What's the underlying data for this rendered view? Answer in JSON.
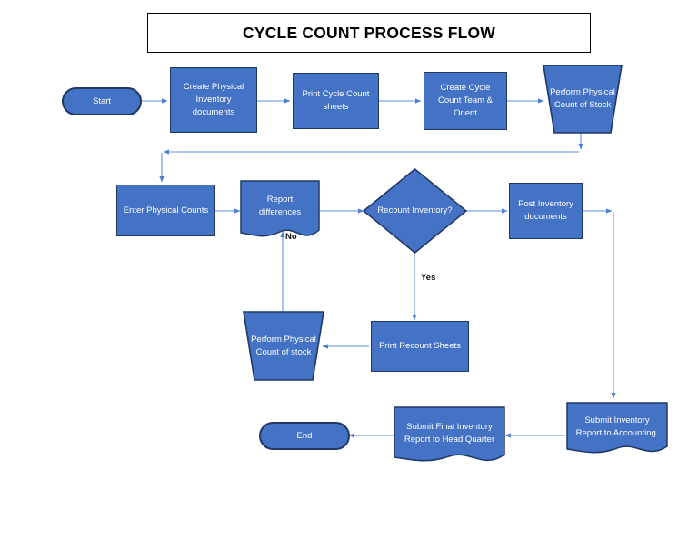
{
  "diagram": {
    "title": "CYCLE COUNT PROCESS FLOW",
    "colors": {
      "node_fill": "#4472C4",
      "node_border": "#1F3864",
      "connector": "#6E9BE0",
      "title_border": "#000000",
      "label_text": "#FFFFFF",
      "edge_label_text": "#111111",
      "background": "#FFFFFF"
    },
    "nodes": [
      {
        "id": "start",
        "label": "Start",
        "shape": "stadium"
      },
      {
        "id": "create_pi_docs",
        "label": "Create Physical Inventory documents",
        "shape": "process"
      },
      {
        "id": "print_cc_sheets",
        "label": "Print Cycle Count sheets",
        "shape": "process"
      },
      {
        "id": "create_team",
        "label": "Create Cycle Count Team & Orient",
        "shape": "process"
      },
      {
        "id": "perform_count_1",
        "label": "Perform Physical Count of Stock",
        "shape": "manual-operation"
      },
      {
        "id": "enter_counts",
        "label": "Enter Physical Counts",
        "shape": "process"
      },
      {
        "id": "report_diffs",
        "label": "Report differences",
        "shape": "document"
      },
      {
        "id": "recount_decision",
        "label": "Recount Inventory?",
        "shape": "decision"
      },
      {
        "id": "post_inv_docs",
        "label": "Post Inventory documents",
        "shape": "process"
      },
      {
        "id": "perform_count_2",
        "label": "Perform Physical Count of stock",
        "shape": "manual-operation"
      },
      {
        "id": "print_recount",
        "label": "Print Recount Sheets",
        "shape": "process"
      },
      {
        "id": "submit_accounting",
        "label": "Submit Inventory Report to Accounting.",
        "shape": "document"
      },
      {
        "id": "submit_hq",
        "label": "Submit Final Inventory Report to Head Quarter",
        "shape": "document"
      },
      {
        "id": "end",
        "label": "End",
        "shape": "stadium"
      }
    ],
    "edge_labels": [
      {
        "id": "no",
        "label": "No"
      },
      {
        "id": "yes",
        "label": "Yes"
      }
    ]
  }
}
